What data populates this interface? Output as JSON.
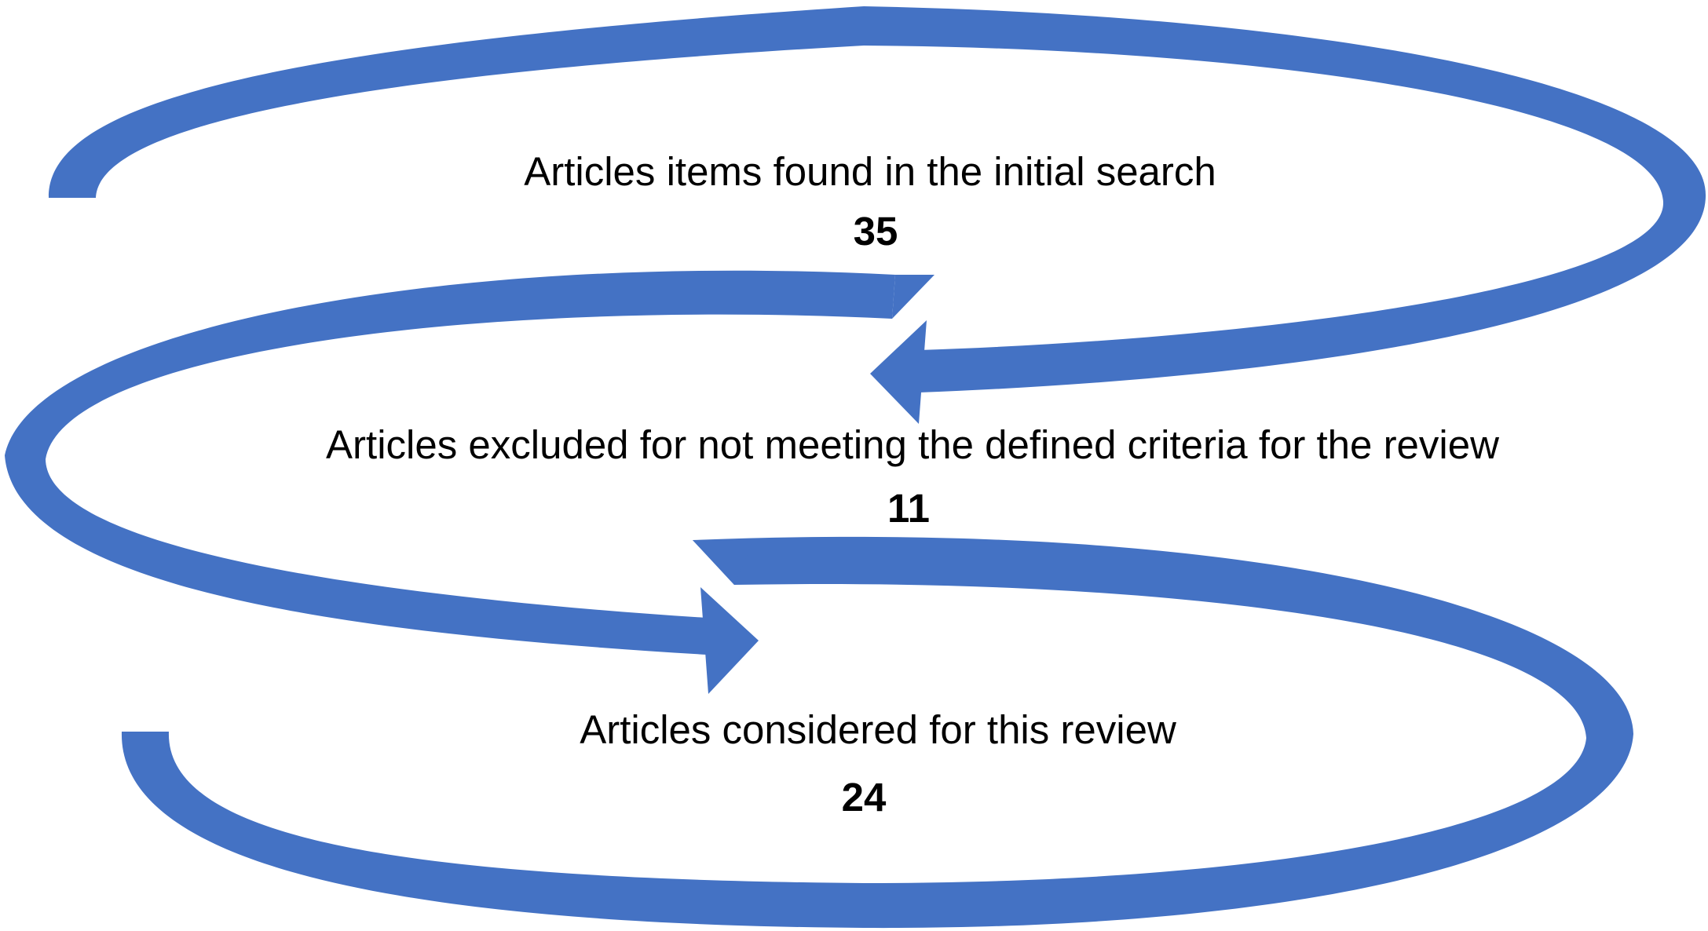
{
  "stages": [
    {
      "label": "Articles items found in the initial search",
      "count": "35"
    },
    {
      "label": "Articles excluded for not meeting the defined criteria for the review",
      "count": "11"
    },
    {
      "label": "Articles considered for this review",
      "count": "24"
    }
  ],
  "colors": {
    "arrow": "#4472C4",
    "text": "#000000",
    "background": "#FFFFFF"
  }
}
